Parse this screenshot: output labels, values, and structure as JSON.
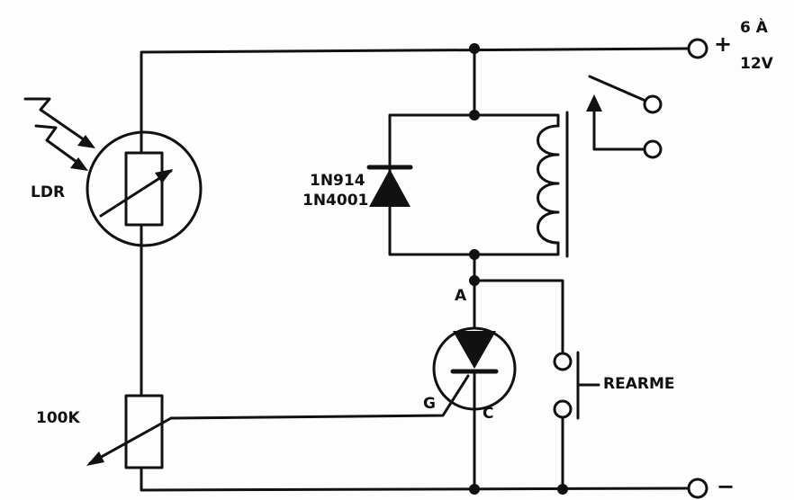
{
  "diagram": {
    "supply_positive": "+",
    "supply_voltage_line1": "6 À",
    "supply_voltage_line2": "12V",
    "supply_negative": "−",
    "ldr_label": "LDR",
    "pot_label": "100K",
    "diode_label_line1": "1N914",
    "diode_label_line2": "1N4001",
    "scr_anode": "A",
    "scr_gate": "G",
    "scr_cathode": "C",
    "reset_label": "REARME"
  }
}
